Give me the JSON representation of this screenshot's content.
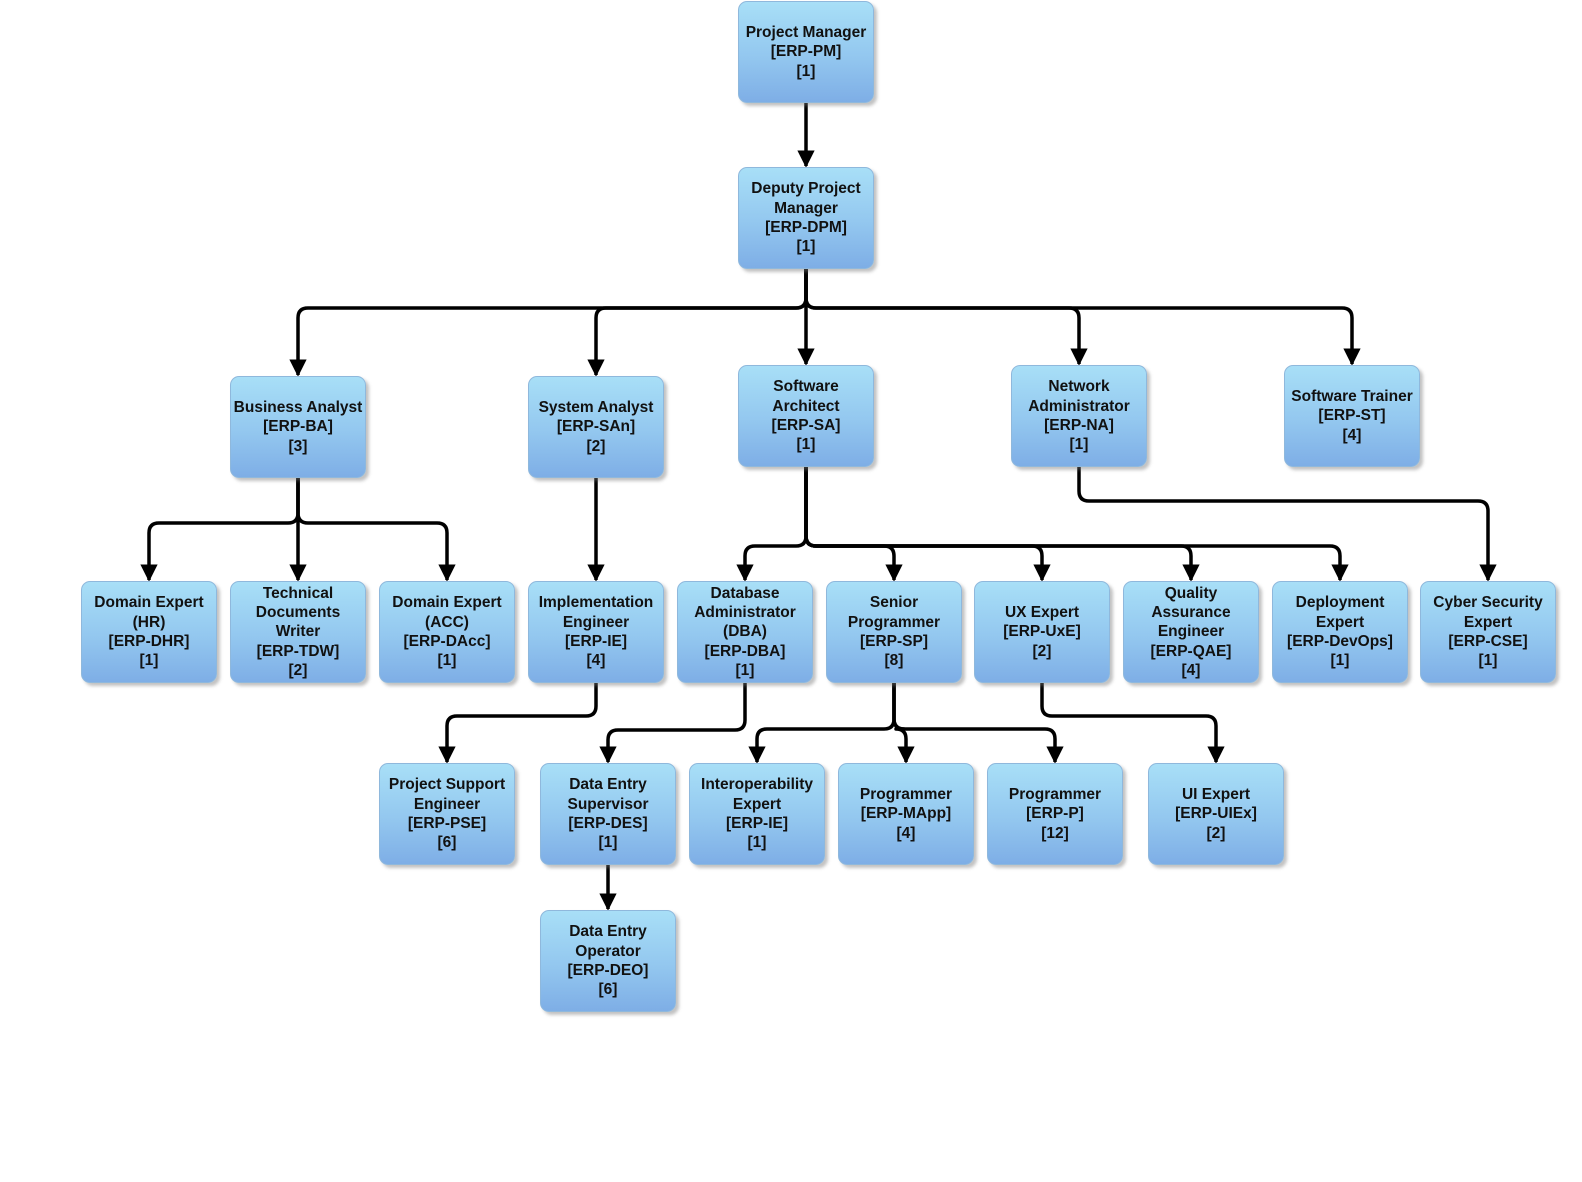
{
  "diagram": {
    "nodes": [
      {
        "id": "pm",
        "lines": [
          "Project Manager",
          "[ERP-PM]",
          "[1]"
        ]
      },
      {
        "id": "dpm",
        "lines": [
          "Deputy Project",
          "Manager",
          "[ERP-DPM]",
          "[1]"
        ]
      },
      {
        "id": "ba",
        "lines": [
          "Business Analyst",
          "[ERP-BA]",
          "[3]"
        ]
      },
      {
        "id": "san",
        "lines": [
          "System Analyst",
          "[ERP-SAn]",
          "[2]"
        ]
      },
      {
        "id": "sa",
        "lines": [
          "Software",
          "Architect",
          "[ERP-SA]",
          "[1]"
        ]
      },
      {
        "id": "na",
        "lines": [
          "Network",
          "Administrator",
          "[ERP-NA]",
          "[1]"
        ]
      },
      {
        "id": "st",
        "lines": [
          "Software Trainer",
          "[ERP-ST]",
          "[4]"
        ]
      },
      {
        "id": "dhr",
        "lines": [
          "Domain Expert",
          "(HR)",
          "[ERP-DHR]",
          "[1]"
        ]
      },
      {
        "id": "tdw",
        "lines": [
          "Technical",
          "Documents",
          "Writer",
          "[ERP-TDW]",
          "[2]"
        ]
      },
      {
        "id": "dacc",
        "lines": [
          "Domain Expert",
          "(ACC)",
          "[ERP-DAcc]",
          "[1]"
        ]
      },
      {
        "id": "ie",
        "lines": [
          "Implementation",
          "Engineer",
          "[ERP-IE]",
          "[4]"
        ]
      },
      {
        "id": "dba",
        "lines": [
          "Database",
          "Administrator",
          "(DBA)",
          "[ERP-DBA]",
          "[1]"
        ]
      },
      {
        "id": "sp",
        "lines": [
          "Senior",
          "Programmer",
          "[ERP-SP]",
          "[8]"
        ]
      },
      {
        "id": "uxe",
        "lines": [
          "UX Expert",
          "[ERP-UxE]",
          "[2]"
        ]
      },
      {
        "id": "qae",
        "lines": [
          "Quality",
          "Assurance",
          "Engineer",
          "[ERP-QAE]",
          "[4]"
        ]
      },
      {
        "id": "devops",
        "lines": [
          "Deployment",
          "Expert",
          "[ERP-DevOps]",
          "[1]"
        ]
      },
      {
        "id": "cse",
        "lines": [
          "Cyber Security",
          "Expert",
          "[ERP-CSE]",
          "[1]"
        ]
      },
      {
        "id": "pse",
        "lines": [
          "Project Support",
          "Engineer",
          "[ERP-PSE]",
          "[6]"
        ]
      },
      {
        "id": "des",
        "lines": [
          "Data Entry",
          "Supervisor",
          "[ERP-DES]",
          "[1]"
        ]
      },
      {
        "id": "inter",
        "lines": [
          "Interoperability",
          "Expert",
          "[ERP-IE]",
          "[1]"
        ]
      },
      {
        "id": "mapp",
        "lines": [
          "Programmer",
          "[ERP-MApp]",
          "[4]"
        ]
      },
      {
        "id": "prog",
        "lines": [
          "Programmer",
          "[ERP-P]",
          "[12]"
        ]
      },
      {
        "id": "uiex",
        "lines": [
          "UI Expert",
          "[ERP-UIEx]",
          "[2]"
        ]
      },
      {
        "id": "deo",
        "lines": [
          "Data Entry",
          "Operator",
          "[ERP-DEO]",
          "[6]"
        ]
      }
    ],
    "edges": [
      [
        "pm",
        "dpm"
      ],
      [
        "dpm",
        "ba"
      ],
      [
        "dpm",
        "san"
      ],
      [
        "dpm",
        "sa"
      ],
      [
        "dpm",
        "na"
      ],
      [
        "dpm",
        "st"
      ],
      [
        "ba",
        "dhr"
      ],
      [
        "ba",
        "tdw"
      ],
      [
        "ba",
        "dacc"
      ],
      [
        "san",
        "ie"
      ],
      [
        "sa",
        "dba"
      ],
      [
        "sa",
        "sp"
      ],
      [
        "sa",
        "uxe"
      ],
      [
        "sa",
        "qae"
      ],
      [
        "sa",
        "devops"
      ],
      [
        "na",
        "cse"
      ],
      [
        "ie",
        "pse"
      ],
      [
        "dba",
        "des"
      ],
      [
        "sp",
        "inter"
      ],
      [
        "sp",
        "mapp"
      ],
      [
        "sp",
        "prog"
      ],
      [
        "uxe",
        "uiex"
      ],
      [
        "des",
        "deo"
      ]
    ]
  }
}
